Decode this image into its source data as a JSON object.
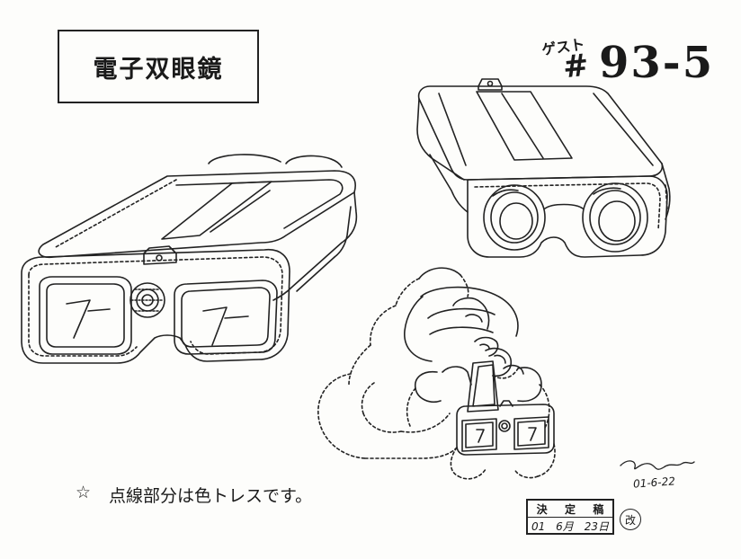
{
  "title": "電子双眼鏡",
  "guest": {
    "label": "ゲスト",
    "hash": "#",
    "number": "93-5"
  },
  "note": {
    "star": "☆",
    "text": "点線部分は色トレスです。"
  },
  "signature": {
    "date": "01-6-22"
  },
  "approval_stamp": {
    "heading_chars": [
      "決",
      "定",
      "稿"
    ],
    "year": "01",
    "month": "6",
    "month_unit": "月",
    "day": "23",
    "day_unit": "日",
    "revision_mark": "改"
  }
}
